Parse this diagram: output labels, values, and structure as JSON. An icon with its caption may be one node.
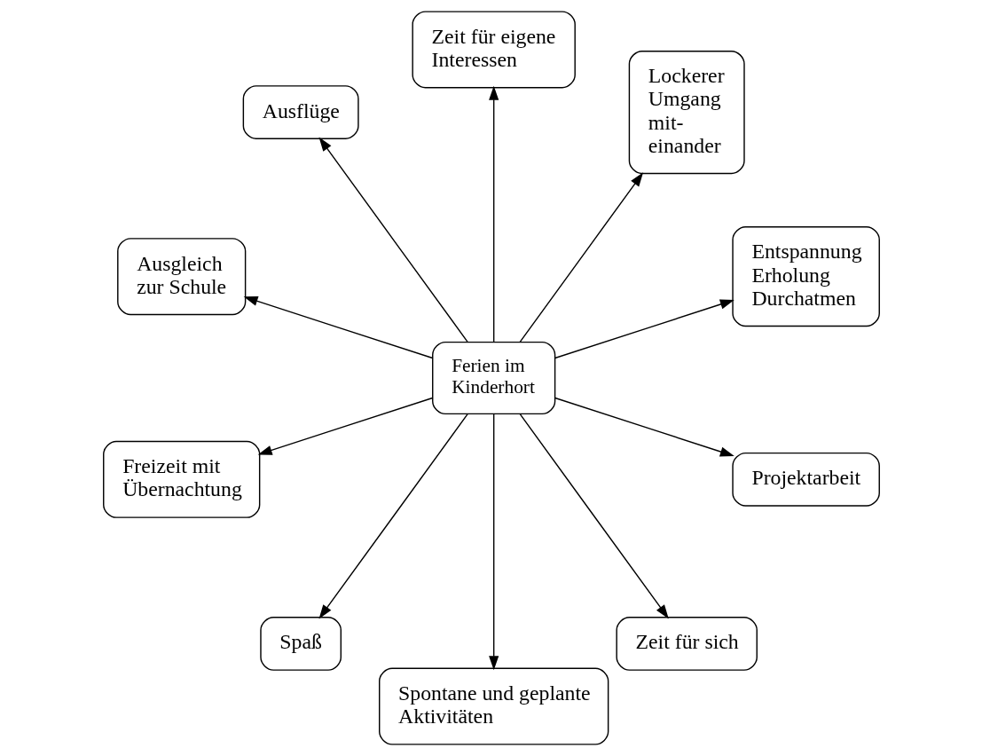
{
  "diagram": {
    "nodes": [
      {
        "text": [
          "Ferien im Kinderhort"
        ]
      },
      {
        "text": [
          "Entspannung Erholung Durchatmen"
        ]
      },
      {
        "text": [
          "Lockerer Umgang mit- einander"
        ]
      },
      {
        "text": [
          "Zeit für eigene Interessen"
        ]
      },
      {
        "text": [
          "Ausflüge"
        ]
      },
      {
        "text": [
          "Ausgleich zur Schule"
        ]
      },
      {
        "text": [
          "Freizeit mit Übernachtung"
        ]
      },
      {
        "text": [
          "Spaß"
        ]
      },
      {
        "text": [
          "Spontane und geplante Aktivitäten"
        ]
      },
      {
        "text": [
          "Zeit für sich"
        ]
      },
      {
        "text": [
          "Projektarbeit"
        ]
      }
    ],
    "edges": [
      {
        "from": 0,
        "to": 1,
        "arrow": "to"
      },
      {
        "from": 0,
        "to": 2,
        "arrow": "to"
      },
      {
        "from": 0,
        "to": 3,
        "arrow": "to"
      },
      {
        "from": 0,
        "to": 4,
        "arrow": "to"
      },
      {
        "from": 0,
        "to": 5,
        "arrow": "to"
      },
      {
        "from": 0,
        "to": 6,
        "arrow": "to"
      },
      {
        "from": 0,
        "to": 7,
        "arrow": "to"
      },
      {
        "from": 0,
        "to": 8,
        "arrow": "to"
      },
      {
        "from": 0,
        "to": 9,
        "arrow": "to"
      },
      {
        "from": 0,
        "to": 10,
        "arrow": "to"
      }
    ]
  }
}
